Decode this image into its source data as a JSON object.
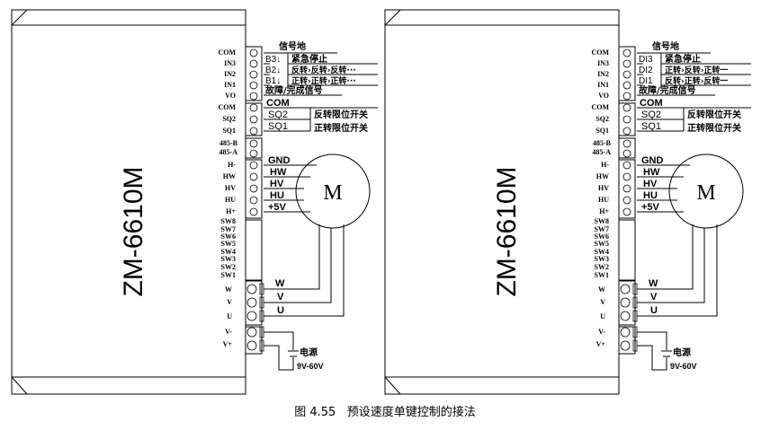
{
  "drivers": [
    {
      "model": "ZM-6610M",
      "pins": [
        "COM",
        "IN3",
        "IN2",
        "IN1",
        "VO",
        "COM",
        "SQ2",
        "SQ1",
        "485-B",
        "485-A",
        "H-",
        "HW",
        "HV",
        "HU",
        "H+",
        "SW8",
        "SW7",
        "SW6",
        "SW5",
        "SW4",
        "SW3",
        "SW2",
        "SW1",
        "W",
        "V",
        "U",
        "V-",
        "V+"
      ],
      "input_wires": [
        "B3↓",
        "B2↓",
        "B1↓"
      ],
      "input_signals": [
        "信号地",
        "紧急停止",
        "反转›反转›反转···",
        "正转›正转›正转···",
        "故障/完成信号"
      ],
      "sq_wires": [
        "COM",
        "SQ2",
        "SQ1"
      ],
      "sq_labels": [
        "反转限位开关",
        "正转限位开关"
      ],
      "hall_wires": [
        "GND",
        "HW",
        "HV",
        "HU",
        "+5V"
      ],
      "motor_label": "M",
      "phase_wires": [
        "W",
        "V",
        "U"
      ],
      "power_label": "电源",
      "power_voltage": "9V-60V"
    },
    {
      "model": "ZM-6610M",
      "pins": [
        "COM",
        "IN3",
        "IN2",
        "IN1",
        "VO",
        "COM",
        "SQ2",
        "SQ1",
        "485-B",
        "485-A",
        "H-",
        "HW",
        "HV",
        "HU",
        "H+",
        "SW8",
        "SW7",
        "SW6",
        "SW5",
        "SW4",
        "SW3",
        "SW2",
        "SW1",
        "W",
        "V",
        "U",
        "V-",
        "V+"
      ],
      "input_wires": [
        "DI3",
        "DI2",
        "DI1"
      ],
      "input_signals": [
        "信号地",
        "紧急停止",
        "正转›反转›正转一",
        "反转›正转›反转一",
        "故障/完成信号"
      ],
      "sq_wires": [
        "COM",
        "SQ2",
        "SQ1"
      ],
      "sq_labels": [
        "反转限位开关",
        "正转限位开关"
      ],
      "hall_wires": [
        "GND",
        "HW",
        "HV",
        "HU",
        "+5V"
      ],
      "motor_label": "M",
      "phase_wires": [
        "W",
        "V",
        "U"
      ],
      "power_label": "电源",
      "power_voltage": "9V-60V"
    }
  ],
  "caption": "图 4.55   预设速度单键控制的接法"
}
